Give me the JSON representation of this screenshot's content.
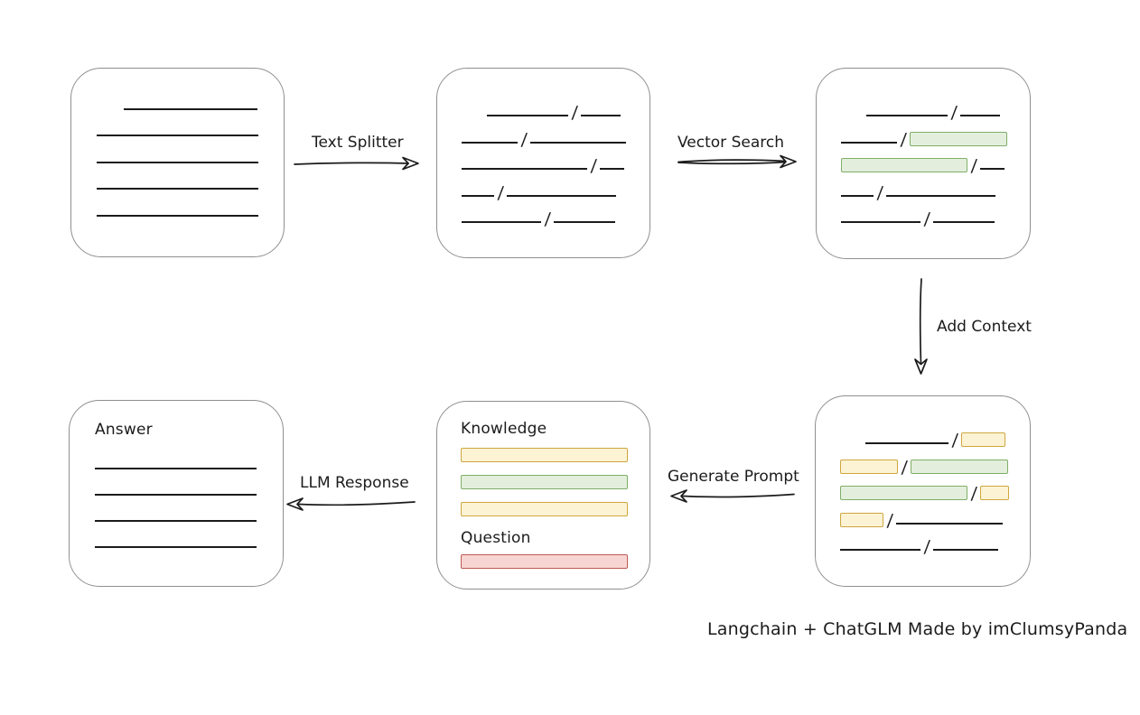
{
  "caption": {
    "text": "Langchain + ChatGLM Made by imClumsyPanda"
  },
  "glyphs": {
    "slash": "/"
  },
  "colors": {
    "box-border": "#8f8f8f",
    "ink": "#1b1b1b",
    "green-fill": "#e3efdc",
    "green-border": "#7fae68",
    "yellow-fill": "#fcf3d4",
    "yellow-border": "#cfa73e",
    "red-fill": "#f7d5d2",
    "red-border": "#bf5a52"
  },
  "arrows": {
    "text_splitter": {
      "label": "Text Splitter"
    },
    "vector_search": {
      "label": "Vector Search"
    },
    "add_context": {
      "label": "Add Context"
    },
    "generate_prompt": {
      "label": "Generate Prompt"
    },
    "llm_response": {
      "label": "LLM Response"
    }
  },
  "cards": {
    "document": {
      "rows": [
        [
          {
            "t": "indent",
            "w": 30
          },
          {
            "t": "line",
            "w": 148
          }
        ],
        [
          {
            "t": "line",
            "w": 179
          }
        ],
        [
          {
            "t": "line",
            "w": 179
          }
        ],
        [
          {
            "t": "line",
            "w": 179
          }
        ],
        [
          {
            "t": "line",
            "w": 179
          }
        ]
      ]
    },
    "chunks": {
      "rows": [
        [
          {
            "t": "indent",
            "w": 28
          },
          {
            "t": "line",
            "w": 90
          },
          {
            "t": "slash"
          },
          {
            "t": "line",
            "w": 44
          }
        ],
        [
          {
            "t": "line",
            "w": 62
          },
          {
            "t": "slash"
          },
          {
            "t": "line",
            "w": 106
          }
        ],
        [
          {
            "t": "line",
            "w": 139
          },
          {
            "t": "slash"
          },
          {
            "t": "line",
            "w": 27
          }
        ],
        [
          {
            "t": "line",
            "w": 36
          },
          {
            "t": "slash"
          },
          {
            "t": "line",
            "w": 121
          }
        ],
        [
          {
            "t": "line",
            "w": 88
          },
          {
            "t": "slash"
          },
          {
            "t": "line",
            "w": 68
          }
        ]
      ]
    },
    "vectors": {
      "rows": [
        [
          {
            "t": "indent",
            "w": 28
          },
          {
            "t": "line",
            "w": 90
          },
          {
            "t": "slash"
          },
          {
            "t": "line",
            "w": 44
          }
        ],
        [
          {
            "t": "line",
            "w": 62
          },
          {
            "t": "slash"
          },
          {
            "t": "chip",
            "c": "green",
            "w": 106
          }
        ],
        [
          {
            "t": "chip",
            "c": "green",
            "w": 138
          },
          {
            "t": "slash"
          },
          {
            "t": "line",
            "w": 27
          }
        ],
        [
          {
            "t": "line",
            "w": 36
          },
          {
            "t": "slash"
          },
          {
            "t": "line",
            "w": 121
          }
        ],
        [
          {
            "t": "line",
            "w": 88
          },
          {
            "t": "slash"
          },
          {
            "t": "line",
            "w": 68
          }
        ]
      ]
    },
    "context": {
      "rows": [
        [
          {
            "t": "indent",
            "w": 28
          },
          {
            "t": "line",
            "w": 92
          },
          {
            "t": "slash"
          },
          {
            "t": "chip",
            "c": "yellow",
            "w": 47
          }
        ],
        [
          {
            "t": "chip",
            "c": "yellow",
            "w": 62
          },
          {
            "t": "slash"
          },
          {
            "t": "chip",
            "c": "green",
            "w": 106
          }
        ],
        [
          {
            "t": "chip",
            "c": "green",
            "w": 139
          },
          {
            "t": "slash"
          },
          {
            "t": "chip",
            "c": "yellow",
            "w": 30
          }
        ],
        [
          {
            "t": "chip",
            "c": "yellow",
            "w": 46
          },
          {
            "t": "slash"
          },
          {
            "t": "line",
            "w": 118
          }
        ],
        [
          {
            "t": "line",
            "w": 89
          },
          {
            "t": "slash"
          },
          {
            "t": "line",
            "w": 72
          }
        ]
      ]
    },
    "prompt": {
      "knowledge_label": "Knowledge",
      "question_label": "Question",
      "knowledge_bars": [
        [
          {
            "t": "chip",
            "c": "yellow",
            "w": 183
          }
        ],
        [
          {
            "t": "chip",
            "c": "green",
            "w": 183
          }
        ],
        [
          {
            "t": "chip",
            "c": "yellow",
            "w": 183
          }
        ]
      ],
      "question_bars": [
        [
          {
            "t": "chip",
            "c": "red",
            "w": 183
          }
        ]
      ]
    },
    "answer": {
      "label": "Answer",
      "rows": [
        [
          {
            "t": "line",
            "w": 179
          }
        ],
        [
          {
            "t": "line",
            "w": 179
          }
        ],
        [
          {
            "t": "line",
            "w": 179
          }
        ],
        [
          {
            "t": "line",
            "w": 179
          }
        ]
      ]
    }
  }
}
